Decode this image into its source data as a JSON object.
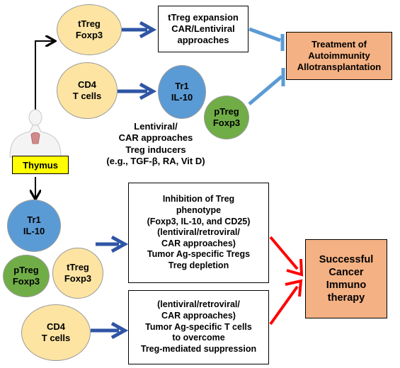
{
  "colors": {
    "yellow_cell": "#fde4a2",
    "blue_cell": "#5b9bd5",
    "green_cell": "#70ad47",
    "orange_box": "#f4b183",
    "thymus_label": "#ffff00",
    "blue_arrow": "#2f55a4",
    "red_arrow": "#ff0000"
  },
  "thymus": {
    "label": "Thymus",
    "icon": "human-torso-icon"
  },
  "top": {
    "ttreg": [
      "tTreg",
      "Foxp3"
    ],
    "cd4": [
      "CD4",
      "T cells"
    ],
    "tr1": [
      "Tr1",
      "IL-10"
    ],
    "ptreg": [
      "pTreg",
      "Foxp3"
    ],
    "expansion_box": [
      "tTreg expansion",
      "CAR/Lentiviral",
      "approaches"
    ],
    "inducers_text": [
      "Lentiviral/",
      "CAR approaches",
      "Treg inducers",
      "(e.g., TGF-β, RA, Vit D)"
    ],
    "treatment_box": [
      "Treatment of",
      "Autoimmunity",
      "Allotransplantation"
    ]
  },
  "bottom": {
    "tr1": [
      "Tr1",
      "IL-10"
    ],
    "ptreg": [
      "pTreg",
      "Foxp3"
    ],
    "ttreg": [
      "tTreg",
      "Foxp3"
    ],
    "cd4": [
      "CD4",
      "T cells"
    ],
    "inhibition_box": [
      "Inhibition of Treg",
      "phenotype",
      "(Foxp3, IL-10, and CD25)",
      "(lentiviral/retroviral/",
      "CAR approaches)",
      "Tumor Ag-specific Tregs",
      "Treg depletion"
    ],
    "tcell_box": [
      "(lentiviral/retroviral/",
      "CAR approaches)",
      "Tumor Ag-specific T cells",
      "to overcome",
      "Treg-mediated suppression"
    ],
    "cancer_box": [
      "Successful",
      "Cancer",
      "Immuno",
      "therapy"
    ]
  }
}
